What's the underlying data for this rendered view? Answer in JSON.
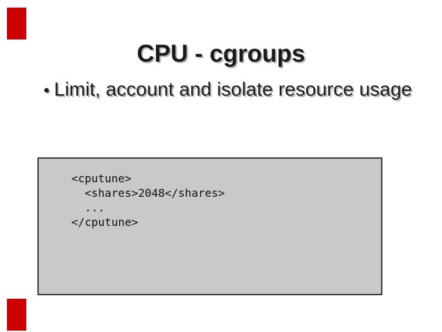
{
  "slide": {
    "title": "CPU - cgroups",
    "bullets": [
      {
        "marker": "•",
        "text": "Limit, account and isolate resource usage"
      }
    ],
    "code_block": {
      "lines": [
        "<cputune>",
        "  <shares>2048</shares>",
        "  ...",
        "</cputune>"
      ]
    }
  },
  "colors": {
    "accent_red": "#cc0000",
    "code_box_background": "#c9c9c9",
    "code_box_border": "#3b3b3b",
    "body_text": "#1a1a1a"
  }
}
